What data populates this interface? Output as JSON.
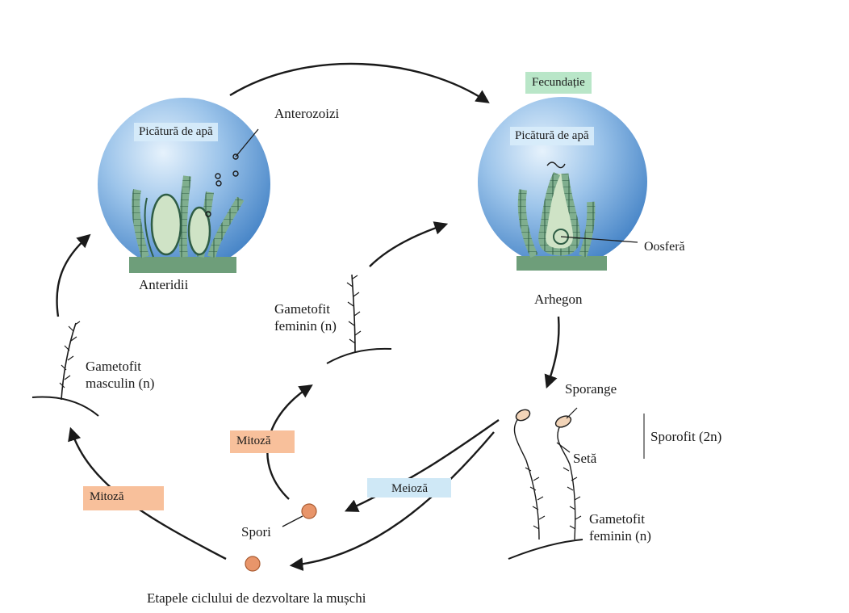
{
  "labels": {
    "fecundatie": "Fecundație",
    "picatura_left": "Picătură de apă",
    "picatura_right": "Picătură de apă",
    "anterozoizi": "Anterozoizi",
    "anteridii": "Anteridii",
    "arhegon": "Arhegon",
    "oosfera": "Oosferă",
    "gametofit_feminin_top": "Gametofit\nfeminin (n)",
    "gametofit_masculin": "Gametofit\nmasculin (n)",
    "sporange": "Sporange",
    "sporofit": "Sporofit (2n)",
    "seta": "Setă",
    "gametofit_feminin_bottom": "Gametofit\nfeminin (n)",
    "mitoza_left": "Mitoză",
    "mitoza_center": "Mitoză",
    "meioza": "Meioză",
    "spori": "Spori",
    "caption": "Etapele ciclului de dezvoltare la mușchi"
  },
  "colors": {
    "drop": "#4f8fcf",
    "cell": "#3f7a5d",
    "sac": "#cfe3c6",
    "base": "#6e9e7a",
    "spore": "#e8956a",
    "arrow": "#1a1a1a"
  },
  "icons": [
    "water-drop-left-icon",
    "water-drop-right-icon",
    "antheridia-icon",
    "archegonium-icon",
    "moss-gametophyte-icon",
    "sporophyte-icon",
    "spore-icon"
  ]
}
